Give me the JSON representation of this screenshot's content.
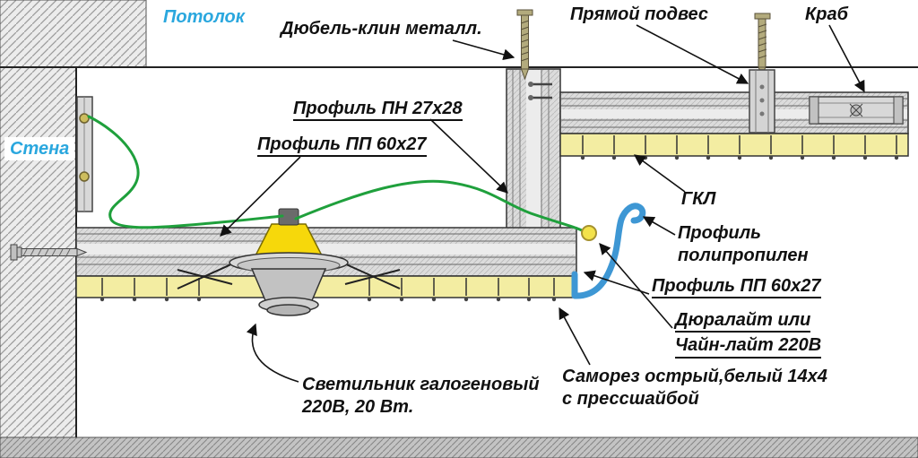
{
  "diagram": {
    "type": "ceiling-construction-cross-section",
    "colors": {
      "accent_cyan": "#2aa7de",
      "label_black": "#111111",
      "drywall_yellow": "#f3eda2",
      "wire_green": "#1fa03c",
      "poly_profile_blue": "#3e97d4",
      "lamp_cone_yellow": "#f6d80b",
      "duralight_yellow": "#f3e24b",
      "metal_gray": "#d9d9d9"
    },
    "labels": {
      "ceiling": "Потолок",
      "wall": "Стена",
      "dowel_anchor": "Дюбель-клин металл.",
      "direct_hanger": "Прямой подвес",
      "crab": "Краб",
      "profile_pn": "Профиль ПН 27х28",
      "profile_pp_top": "Профиль ПП 60х27",
      "gkl": "ГКЛ",
      "poly_profile_line1": "Профиль",
      "poly_profile_line2": "полипропилен",
      "profile_pp_right": "Профиль ПП 60х27",
      "duralight_line1": "Дюралайт или",
      "duralight_line2": "Чайн-лайт 220В",
      "lamp_line1": "Светильник галогеновый",
      "lamp_line2": "220В, 20 Вт.",
      "screw_line1": "Саморез острый,белый 14х4",
      "screw_line2": "с прессшайбой"
    }
  }
}
